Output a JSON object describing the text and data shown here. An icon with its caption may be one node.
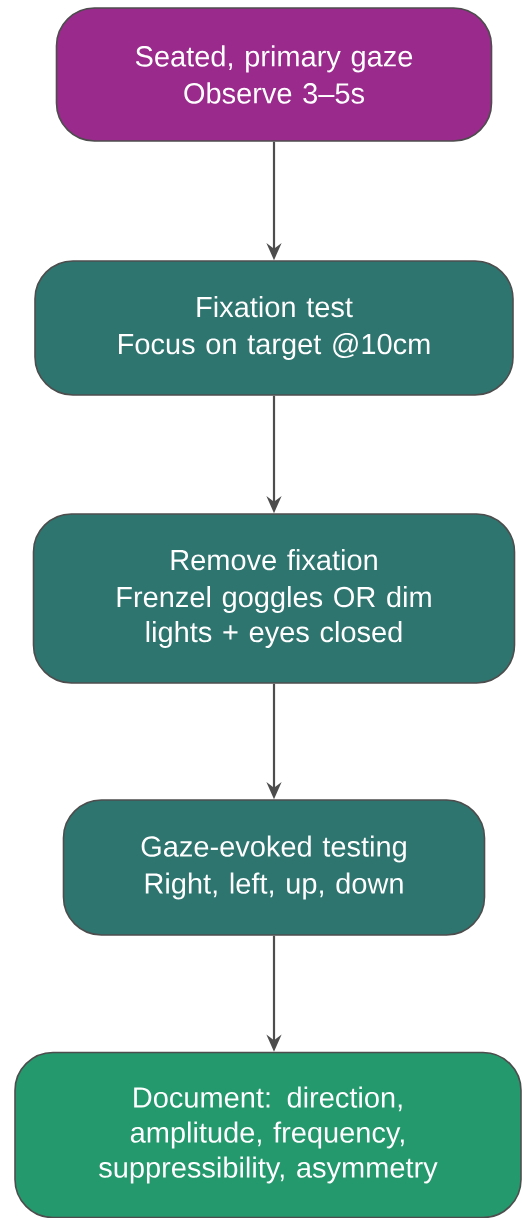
{
  "diagram": {
    "nodes": [
      {
        "text": [
          "Seated, primary gaze",
          "Observe 3–5s"
        ]
      },
      {
        "text": [
          "Fixation test",
          "Focus on target @10cm"
        ]
      },
      {
        "text": [
          "Remove fixation",
          "Frenzel goggles OR dim lights + eyes closed"
        ]
      },
      {
        "text": [
          "Gaze-evoked testing",
          "Right, left, up, down"
        ]
      },
      {
        "text": [
          "Document: direction, amplitude, frequency, suppressibility, asymmetry"
        ]
      }
    ],
    "edges": [
      {
        "from": 0,
        "to": 1,
        "arrow": "to"
      },
      {
        "from": 1,
        "to": 2,
        "arrow": "to"
      },
      {
        "from": 2,
        "to": 3,
        "arrow": "to"
      },
      {
        "from": 3,
        "to": 4,
        "arrow": "to"
      }
    ]
  }
}
